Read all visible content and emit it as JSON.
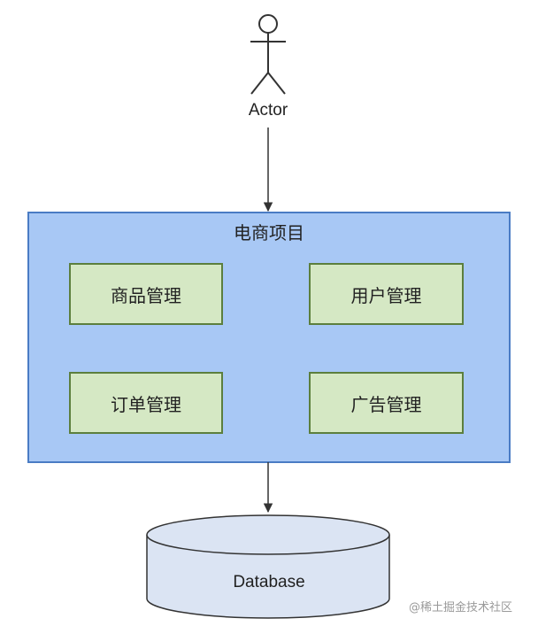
{
  "actor": {
    "label": "Actor"
  },
  "project": {
    "title": "电商项目",
    "modules": [
      {
        "label": "商品管理"
      },
      {
        "label": "用户管理"
      },
      {
        "label": "订单管理"
      },
      {
        "label": "广告管理"
      }
    ]
  },
  "database": {
    "label": "Database"
  },
  "watermark": {
    "text": "@稀土掘金技术社区"
  },
  "colors": {
    "project_fill": "#a8c8f5",
    "project_border": "#4a7cc4",
    "module_fill": "#d5e8c4",
    "module_border": "#5c7f3d",
    "database_fill": "#dbe4f3",
    "line": "#333333"
  }
}
